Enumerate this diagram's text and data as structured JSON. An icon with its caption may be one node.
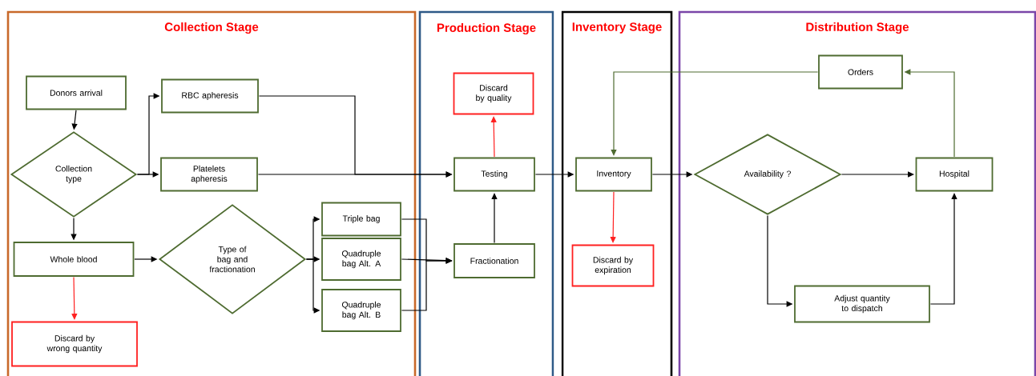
{
  "diagram": {
    "nodes": [
      {
        "text": [
          "Collection Stage"
        ]
      },
      {
        "text": [
          "Production Stage"
        ]
      },
      {
        "text": [
          "Inventory Stage"
        ]
      },
      {
        "text": [
          "Distribution Stage"
        ]
      },
      {
        "text": [
          "Donors arrival"
        ],
        "in": 0
      },
      {
        "text": [
          "Collection type"
        ],
        "in": 0
      },
      {
        "text": [
          "RBC apheresis"
        ],
        "in": 0
      },
      {
        "text": [
          "Platelets apheresis"
        ],
        "in": 0
      },
      {
        "text": [
          "Whole blood"
        ],
        "in": 0
      },
      {
        "text": [
          "Type of bag and fractionation"
        ],
        "in": 0
      },
      {
        "text": [
          "Triple bag"
        ],
        "in": 0
      },
      {
        "text": [
          "Quadruple bag Alt. A"
        ],
        "in": 0
      },
      {
        "text": [
          "Quadruple bag Alt. B"
        ],
        "in": 0
      },
      {
        "text": [
          "Discard by wrong quantity"
        ],
        "in": 0
      },
      {
        "text": [
          "Discard by quality"
        ],
        "in": 1
      },
      {
        "text": [
          "Testing"
        ],
        "in": 1
      },
      {
        "text": [
          "Fractionation"
        ],
        "in": 1
      },
      {
        "text": [
          "Inventory"
        ],
        "in": 2
      },
      {
        "text": [
          "Discard by expiration"
        ],
        "in": 2
      },
      {
        "text": [
          "Orders"
        ],
        "in": 3
      },
      {
        "text": [
          "Availability ?"
        ],
        "in": 3
      },
      {
        "text": [
          "Hospital"
        ],
        "in": 3
      },
      {
        "text": [
          "Adjust quantity to dispatch"
        ],
        "in": 3
      }
    ],
    "edges": [
      {
        "from": 4,
        "to": 5,
        "arrow": "to"
      },
      {
        "from": 5,
        "to": 6,
        "arrow": "to"
      },
      {
        "from": 5,
        "to": 7,
        "arrow": "to"
      },
      {
        "from": 5,
        "to": 8,
        "arrow": "to"
      },
      {
        "from": 8,
        "to": 9,
        "arrow": "to"
      },
      {
        "from": 8,
        "to": 13,
        "arrow": "to",
        "color": "#ff2020"
      },
      {
        "from": 9,
        "to": 10,
        "arrow": "to"
      },
      {
        "from": 9,
        "to": 11,
        "arrow": "to"
      },
      {
        "from": 9,
        "to": 12,
        "arrow": "to"
      },
      {
        "from": 10,
        "to": 16,
        "arrow": "to"
      },
      {
        "from": 11,
        "to": 16,
        "arrow": "to"
      },
      {
        "from": 12,
        "to": 16,
        "arrow": "to"
      },
      {
        "from": 6,
        "to": 15,
        "arrow": "to"
      },
      {
        "from": 7,
        "to": 15,
        "arrow": "to"
      },
      {
        "from": 16,
        "to": 15,
        "arrow": "to"
      },
      {
        "from": 15,
        "to": 14,
        "arrow": "to",
        "color": "#ff2020"
      },
      {
        "from": 15,
        "to": 17,
        "arrow": "to"
      },
      {
        "from": 17,
        "to": 18,
        "arrow": "to",
        "color": "#ff2020"
      },
      {
        "from": 17,
        "to": 20,
        "arrow": "to"
      },
      {
        "from": 20,
        "to": 21,
        "arrow": "to"
      },
      {
        "from": 20,
        "to": 22,
        "arrow": "to"
      },
      {
        "from": 22,
        "to": 21,
        "arrow": "to"
      },
      {
        "from": 21,
        "to": 19,
        "arrow": "to",
        "color": "#4e6b30"
      },
      {
        "from": 19,
        "to": 17,
        "arrow": "to",
        "color": "#4e6b30"
      }
    ]
  }
}
